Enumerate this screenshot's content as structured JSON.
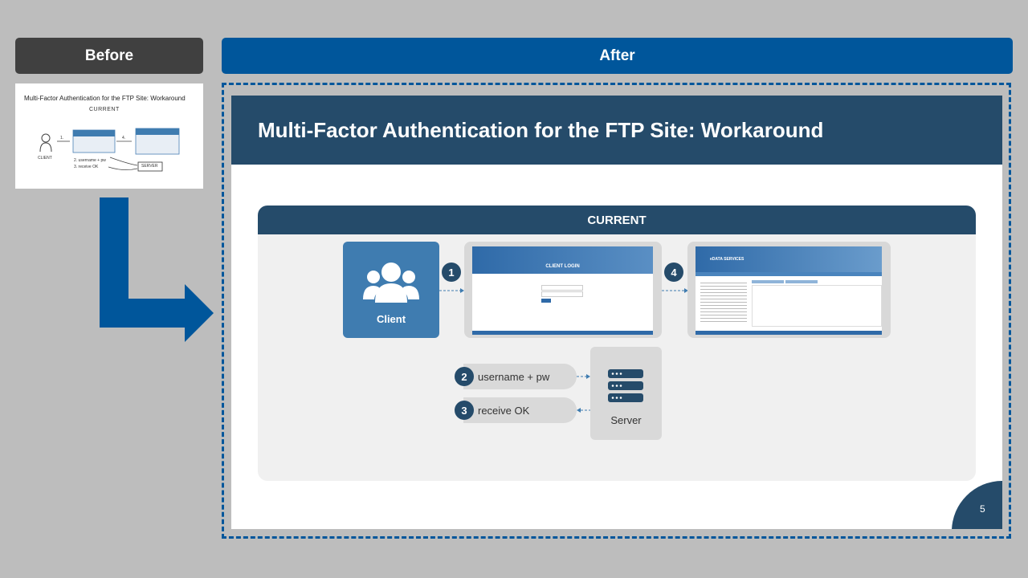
{
  "labels": {
    "before": "Before",
    "after": "After"
  },
  "before_thumbnail": {
    "title": "Multi-Factor Authentication for the FTP Site: Workaround",
    "current": "CURRENT",
    "client": "CLIENT",
    "step1": "1.",
    "step4": "4.",
    "step2": "2. username + pw",
    "step3": "3. receive OK",
    "server": "SERVER"
  },
  "slide": {
    "title": "Multi-Factor Authentication for the FTP Site: Workaround",
    "page_number": "5",
    "colors": {
      "header": "#254b6a",
      "accent": "#00569b",
      "client_box": "#3f7cb0"
    }
  },
  "panel": {
    "heading": "CURRENT",
    "client_label": "Client",
    "server_label": "Server",
    "steps": [
      {
        "number": "1"
      },
      {
        "number": "2",
        "text": "username  + pw"
      },
      {
        "number": "3",
        "text": "receive  OK"
      },
      {
        "number": "4"
      }
    ],
    "login_screen": {
      "heading": "CLIENT LOGIN"
    },
    "portal_screen": {
      "heading": "eDATA SERVICES"
    }
  },
  "icons": {
    "client": "users-icon",
    "server": "server-icon",
    "transition": "arrow-down-right-icon"
  }
}
